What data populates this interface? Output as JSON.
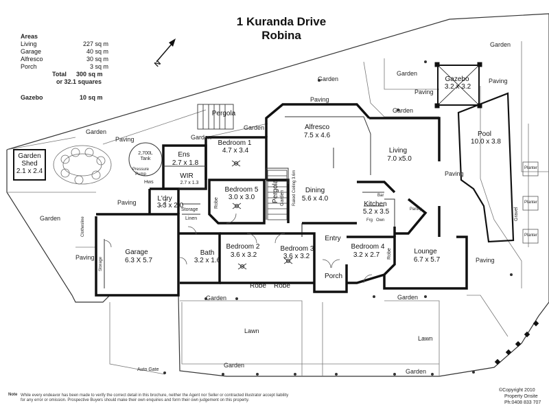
{
  "title": {
    "line1": "1 Kuranda Drive",
    "line2": "Robina"
  },
  "areas": {
    "heading": "Areas",
    "rows": [
      {
        "label": "Living",
        "value": "227 sq m"
      },
      {
        "label": "Garage",
        "value": "40 sq m"
      },
      {
        "label": "Alfresco",
        "value": "30 sq m"
      },
      {
        "label": "Porch",
        "value": "3 sq m"
      }
    ],
    "total_label": "Total",
    "total_value": "300 sq m",
    "total_alt": "or 32.1 squares",
    "gazebo_label": "Gazebo",
    "gazebo_value": "10 sq m"
  },
  "compass": {
    "letter": "N"
  },
  "rooms": {
    "garden_shed": {
      "name": "Garden Shed",
      "dim": "2.1 x 2.4"
    },
    "tank": {
      "name": "2,700L Tank",
      "pump": "Pressure Pump"
    },
    "pergola_top": "Pergola",
    "ensuite": {
      "name": "Ens",
      "dim": "2.7 x 1.8"
    },
    "wir": {
      "name": "WIR",
      "dim": "2.7 x 1.3"
    },
    "hws": "Hws",
    "laundry": {
      "name": "L'dry",
      "dim": "3.3 x 2.0"
    },
    "storage_small": "Storage",
    "linen": "Linen",
    "bedroom1": {
      "name": "Bedroom 1",
      "dim": "4.7 x 3.4"
    },
    "bedroom5": {
      "name": "Bedroom 5",
      "dim": "3.0 x 3.0"
    },
    "robe_b5": "Robe",
    "pergola_mid": "Pergola",
    "garden_small": "Garden",
    "raked_ceiling": "Raked Ceiling 3.6m",
    "alfresco": {
      "name": "Alfresco",
      "dim": "7.5 x 4.6"
    },
    "dining": {
      "name": "Dining",
      "dim": "5.6 x 4.0"
    },
    "living": {
      "name": "Living",
      "dim": "7.0 x5.0"
    },
    "kitchen": {
      "name": "Kitchen",
      "dim": "5.2 x 3.5"
    },
    "bar": "Bar",
    "pantry": "Pantry",
    "frg": "Frg",
    "own": "Own",
    "entry": "Entry",
    "lounge": {
      "name": "Lounge",
      "dim": "6.7 x 5.7"
    },
    "bedroom4": {
      "name": "Bedroom 4",
      "dim": "3.2 x 2.7"
    },
    "robe_b4": "Robe",
    "bedroom3": {
      "name": "Bedroom 3",
      "dim": "3.6 x 3.2"
    },
    "bedroom2": {
      "name": "Bedroom 2",
      "dim": "3.6 x 3.2"
    },
    "robe1": "Robe",
    "robe2": "Robe",
    "bath": {
      "name": "Bath",
      "dim": "3.2 x 1.6"
    },
    "garage": {
      "name": "Garage",
      "dim": "6.3 X 5.7"
    },
    "storage_garage": "Storage",
    "clothesline": "Clothesline",
    "porch": "Porch",
    "pool": {
      "name": "Pool",
      "dim": "10.0 x 3.8"
    },
    "gazebo": {
      "name": "Gazebo",
      "dim": "3.2 x 3.2"
    },
    "gravel": "Gravel"
  },
  "outdoor": {
    "garden": "Garden",
    "paving": "Paving",
    "lawn": "Lawn",
    "planter": "Planter",
    "auto_gate": "Auto Gate"
  },
  "footer": {
    "note_label": "Note",
    "note_line1": "While every endeavor has been made to verify the correct detail in this brochure, neither the Agent nor Seller or contracted illustrator accept liability",
    "note_line2": "for any error or omission. Prospective Buyers should make their own enquiries and form their own judgement on this property.",
    "copyright": "©Copyright 2010",
    "company": "Property Onsite",
    "phone": "Ph:0408 833 707"
  }
}
